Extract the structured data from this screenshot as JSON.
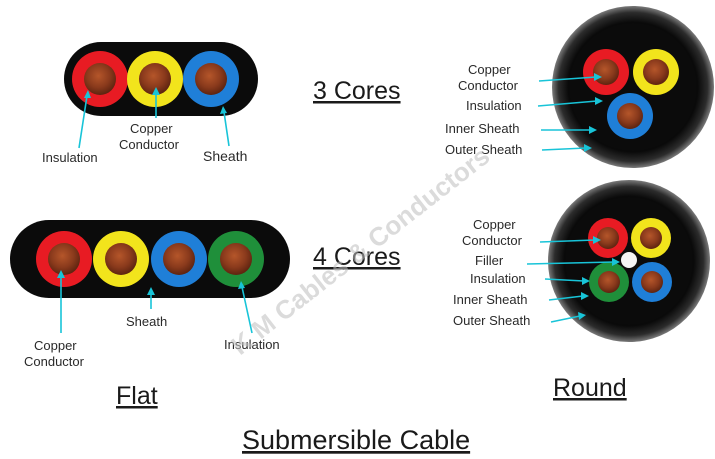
{
  "title": "Submersible Cable",
  "watermark": "K M Cables & Conductors",
  "headings": {
    "three_cores": "3 Cores",
    "four_cores": "4 Cores",
    "flat": "Flat",
    "round": "Round"
  },
  "labels": {
    "flat3": {
      "insulation": "Insulation",
      "copper_l1": "Copper",
      "copper_l2": "Conductor",
      "sheath": "Sheath"
    },
    "flat4": {
      "copper_l1": "Copper",
      "copper_l2": "Conductor",
      "sheath": "Sheath",
      "insulation": "Insulation"
    },
    "round3": {
      "copper_l1": "Copper",
      "copper_l2": "Conductor",
      "insulation": "Insulation",
      "inner_sheath": "Inner Sheath",
      "outer_sheath": "Outer Sheath"
    },
    "round4": {
      "copper_l1": "Copper",
      "copper_l2": "Conductor",
      "filler": "Filler",
      "insulation": "Insulation",
      "inner_sheath": "Inner Sheath",
      "outer_sheath": "Outer Sheath"
    }
  },
  "colors": {
    "red": "#e81b23",
    "yellow": "#f2e41c",
    "blue": "#1f7fd8",
    "green": "#1f8f3a",
    "copper": "#8a3a1c",
    "sheath": "#0b0b0b",
    "arrow": "#18c4d8"
  }
}
